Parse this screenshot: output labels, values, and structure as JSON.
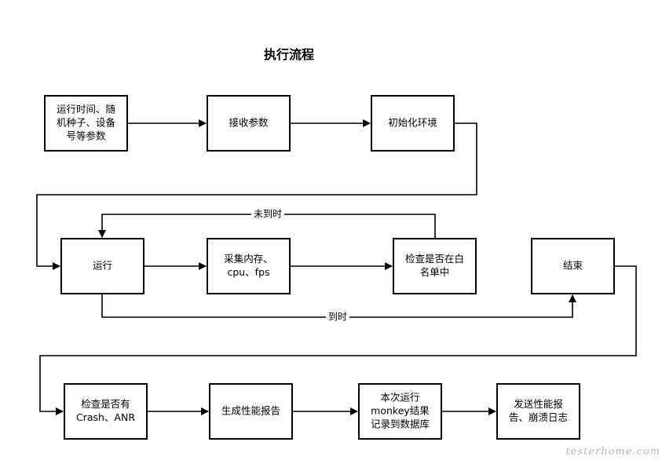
{
  "title": "执行流程",
  "watermark": "testerhome.com",
  "nodes": [
    {
      "id": "params",
      "lines": [
        "运行时间、随",
        "机种子、设备",
        "号等参数"
      ]
    },
    {
      "id": "receive",
      "lines": [
        "接收参数"
      ]
    },
    {
      "id": "init",
      "lines": [
        "初始化环境"
      ]
    },
    {
      "id": "run",
      "lines": [
        "运行"
      ]
    },
    {
      "id": "collect",
      "lines": [
        "采集内存、",
        "cpu、fps"
      ]
    },
    {
      "id": "whitelist",
      "lines": [
        "检查是否在白",
        "名单中"
      ]
    },
    {
      "id": "end",
      "lines": [
        "结束"
      ]
    },
    {
      "id": "crash",
      "lines": [
        "检查是否有",
        "Crash、ANR"
      ]
    },
    {
      "id": "perf",
      "lines": [
        "生成性能报告"
      ]
    },
    {
      "id": "record",
      "lines": [
        "本次运行",
        "monkey结果",
        "记录到数据库"
      ]
    },
    {
      "id": "send",
      "lines": [
        "发送性能报",
        "告、崩溃日志"
      ]
    }
  ],
  "edges": [
    {
      "from": "params",
      "to": "receive",
      "label": ""
    },
    {
      "from": "receive",
      "to": "init",
      "label": ""
    },
    {
      "from": "init",
      "to": "run",
      "label": ""
    },
    {
      "from": "run",
      "to": "collect",
      "label": ""
    },
    {
      "from": "collect",
      "to": "whitelist",
      "label": ""
    },
    {
      "from": "whitelist",
      "to": "run",
      "label": "未到时"
    },
    {
      "from": "run",
      "to": "end",
      "label": "到时"
    },
    {
      "from": "end",
      "to": "crash",
      "label": ""
    },
    {
      "from": "crash",
      "to": "perf",
      "label": ""
    },
    {
      "from": "perf",
      "to": "record",
      "label": ""
    },
    {
      "from": "record",
      "to": "send",
      "label": ""
    }
  ]
}
